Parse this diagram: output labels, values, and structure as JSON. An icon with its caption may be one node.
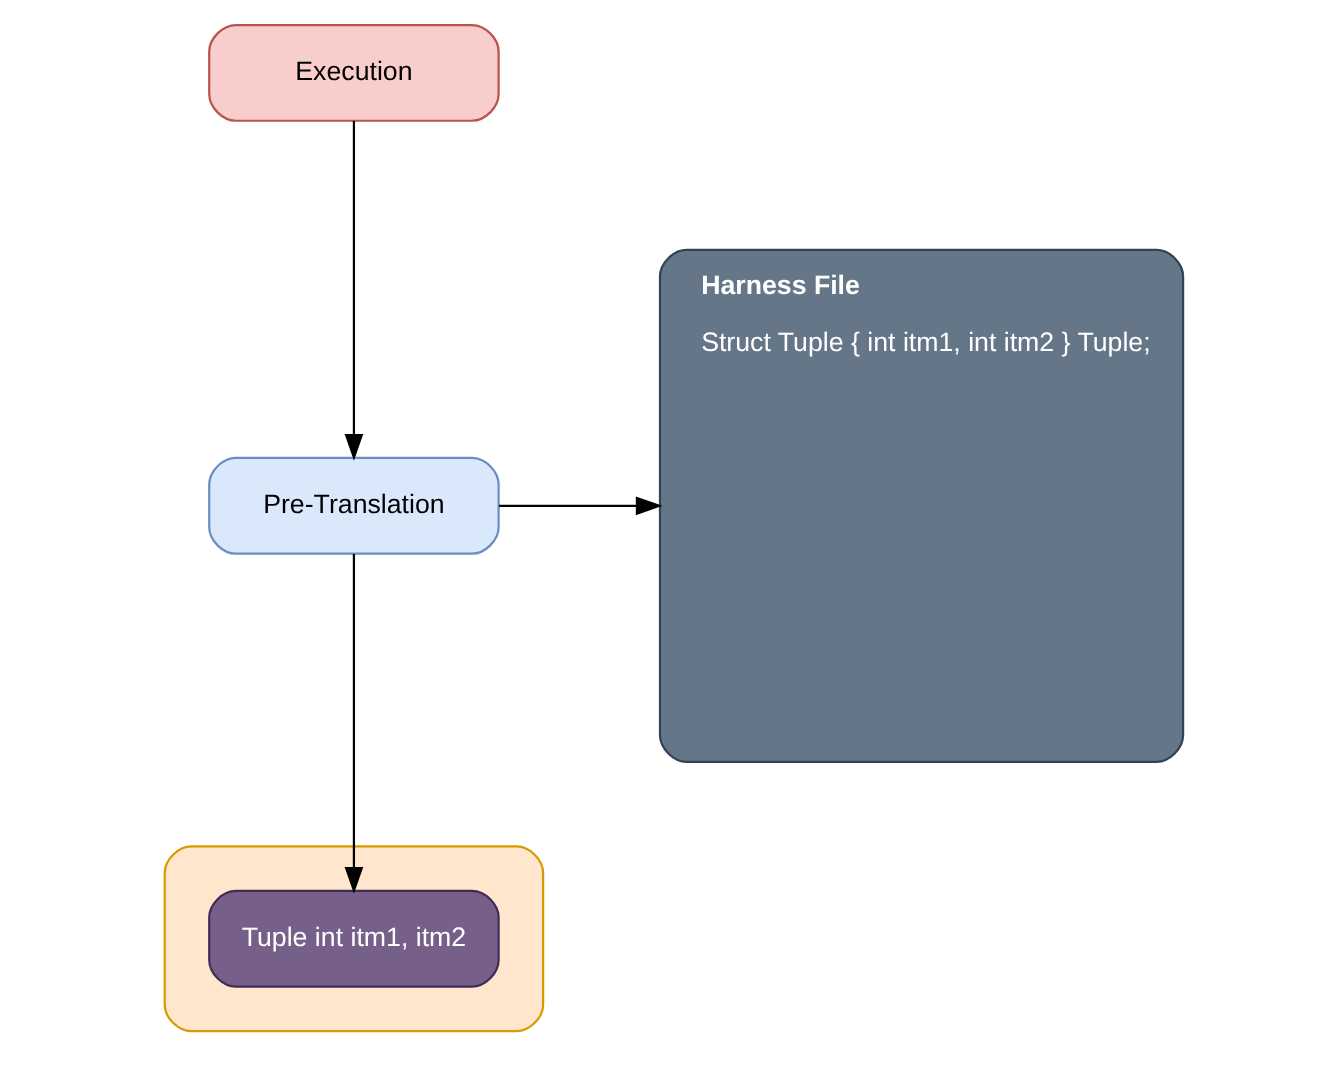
{
  "diagram": {
    "nodes": [
      {
        "text": [
          "Execution"
        ]
      },
      {
        "text": [
          "Pre-Translation"
        ]
      },
      {
        "text": [],
        "shape": "box"
      },
      {
        "text": [
          "Tuple int itm1, itm2"
        ],
        "in": 2
      },
      {
        "text": [
          "Harness File",
          "Struct Tuple { int itm1, int itm2 } Tuple;"
        ]
      }
    ],
    "edges": [
      {
        "from": 0,
        "to": 1,
        "arrow": "to"
      },
      {
        "from": 1,
        "to": 3,
        "arrow": "to"
      },
      {
        "from": 1,
        "to": 4,
        "arrow": "to"
      }
    ]
  }
}
